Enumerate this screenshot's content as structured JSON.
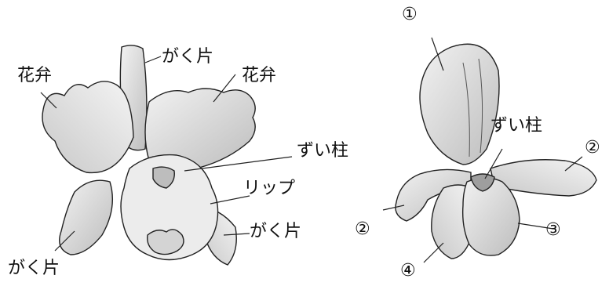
{
  "left_flower": {
    "labels": {
      "petal_left": "花弁",
      "sepal_top": "がく片",
      "petal_right": "花弁",
      "column": "ずい柱",
      "lip": "リップ",
      "sepal_right": "がく片",
      "sepal_bottom_left": "がく片"
    }
  },
  "right_flower": {
    "labels": {
      "column": "ずい柱",
      "n1_top": "①",
      "n2_right": "②",
      "n2_left": "②",
      "n3": "③",
      "n4": "④"
    }
  }
}
